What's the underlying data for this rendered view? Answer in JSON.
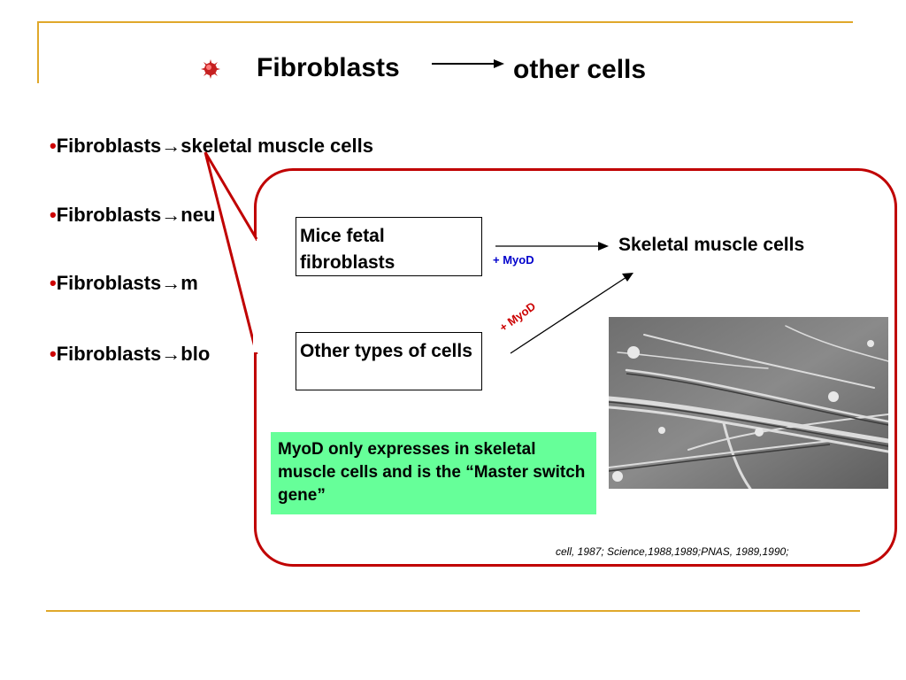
{
  "title": {
    "left": "Fibroblasts",
    "right": "other cells"
  },
  "bullets": [
    {
      "marker": "•",
      "text": "Fibroblasts→skeletal muscle cells"
    },
    {
      "marker": "•",
      "text": "Fibroblasts→neu"
    },
    {
      "marker": "•",
      "text": "Fibroblasts→m"
    },
    {
      "marker": "•",
      "text": "Fibroblasts→blo"
    }
  ],
  "callout": {
    "box1": "Mice fetal fibroblasts",
    "box2": "Other types of cells",
    "target": "Skeletal muscle cells",
    "myod_label_1": "+ MyoD",
    "myod_label_2": "+ MyoD",
    "note": "MyoD only expresses in skeletal muscle cells and is the “Master switch gene”",
    "citation": "cell, 1987; Science,1988,1989;PNAS, 1989,1990;"
  },
  "colors": {
    "accent_rule": "#e0a82a",
    "callout_border": "#c00000",
    "bullet_marker": "#cc0000",
    "myod_1": "#0000cc",
    "myod_2": "#cc0000",
    "note_bg": "#66ff99"
  },
  "icons": {
    "title_icon": "red-starburst-icon"
  }
}
